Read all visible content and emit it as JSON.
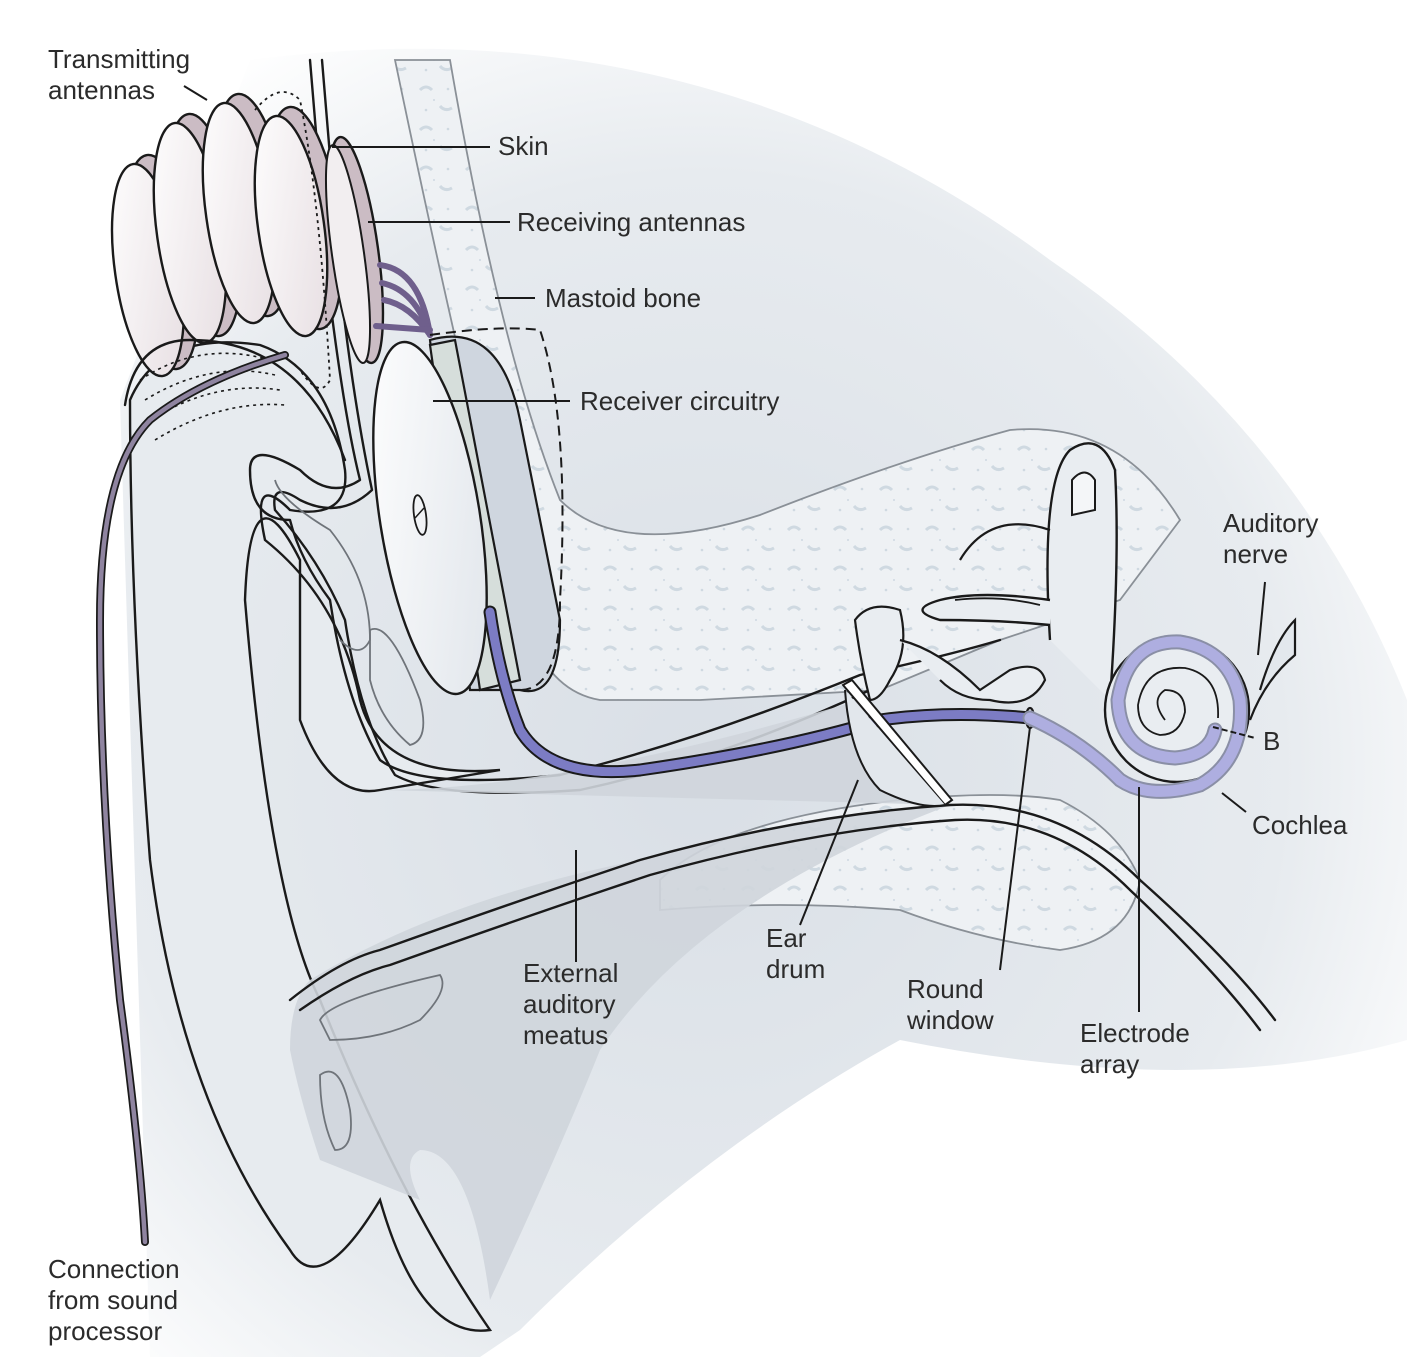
{
  "figure": {
    "subject": "Cochlear implant anatomy",
    "colors": {
      "background": "#ffffff",
      "tissue_light": "#e9edf1",
      "tissue_mid": "#d3d9e0",
      "tissue_dark": "#c3cad3",
      "bone": "#eef1f4",
      "bone_speckle": "#cdd8e0",
      "antenna_face": "#f2eef0",
      "antenna_rim": "#cbbcc4",
      "wire_dark": "#6f5f8c",
      "wire_cable": "#8f84a0",
      "electrode": "#7c7cc4",
      "electrode_light": "#aeaee0",
      "receiver_band": "#d6dedb",
      "outline": "#1a1a1a",
      "label_text": "#2b2b2b"
    }
  },
  "labels": {
    "transmitting_antennas": "Transmitting\nantennas",
    "skin": "Skin",
    "receiving_antennas": "Receiving antennas",
    "mastoid_bone": "Mastoid bone",
    "receiver_circuitry": "Receiver circuitry",
    "auditory_nerve": "Auditory\nnerve",
    "b": "B",
    "cochlea": "Cochlea",
    "external_auditory_meatus": "External\nauditory\nmeatus",
    "ear_drum": "Ear\ndrum",
    "round_window": "Round\nwindow",
    "electrode_array": "Electrode\narray",
    "connection": "Connection\nfrom sound\nprocessor"
  }
}
